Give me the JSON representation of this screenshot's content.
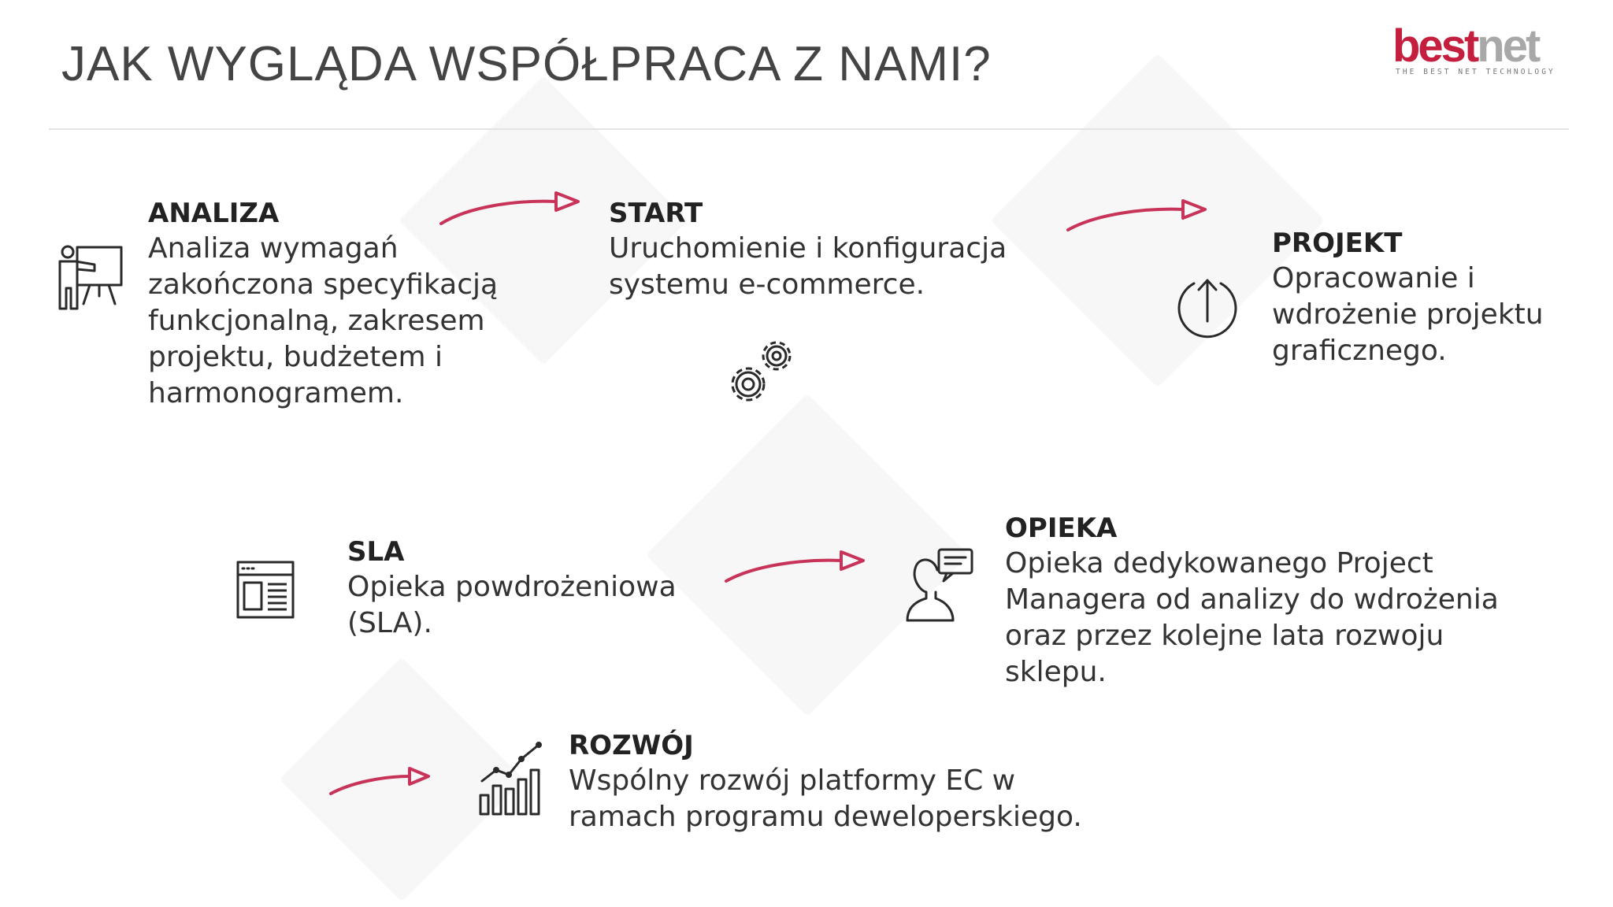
{
  "header": {
    "title": "JAK WYGLĄDA WSPÓŁPRACA Z NAMI?",
    "logo": {
      "word_part1": "best",
      "word_part2": "net",
      "tagline": "THE BEST NET TECHNOLOGY"
    }
  },
  "steps": {
    "analiza": {
      "title": "ANALIZA",
      "lines": [
        "Analiza wymagań",
        "zakończona specyfikacją",
        "funkcjonalną, zakresem",
        "projektu, budżetem i",
        "harmonogramem."
      ],
      "icon": "presenter-board-icon"
    },
    "start": {
      "title": "START",
      "lines": [
        "Uruchomienie i konfiguracja",
        "systemu e-commerce."
      ],
      "icon": "gears-icon"
    },
    "projekt": {
      "title": "PROJEKT",
      "lines": [
        "Opracowanie i",
        "wdrożenie projektu",
        "graficznego."
      ],
      "icon": "upload-circle-icon"
    },
    "sla": {
      "title": "SLA",
      "lines": [
        "Opieka powdrożeniowa",
        "(SLA)."
      ],
      "icon": "browser-window-icon"
    },
    "opieka": {
      "title": "OPIEKA",
      "lines": [
        "Opieka dedykowanego Project",
        "Managera od analizy do wdrożenia",
        "oraz przez kolejne lata rozwoju",
        "sklepu."
      ],
      "icon": "person-chat-icon"
    },
    "rozwoj": {
      "title": "ROZWÓJ",
      "lines": [
        "Wspólny rozwój platformy EC w",
        "ramach programu deweloperskiego."
      ],
      "icon": "growth-chart-icon"
    }
  },
  "colors": {
    "accent": "#c41f3e",
    "arrow": "#c8335a",
    "icon": "#2a2a2a",
    "title": "#444444"
  }
}
